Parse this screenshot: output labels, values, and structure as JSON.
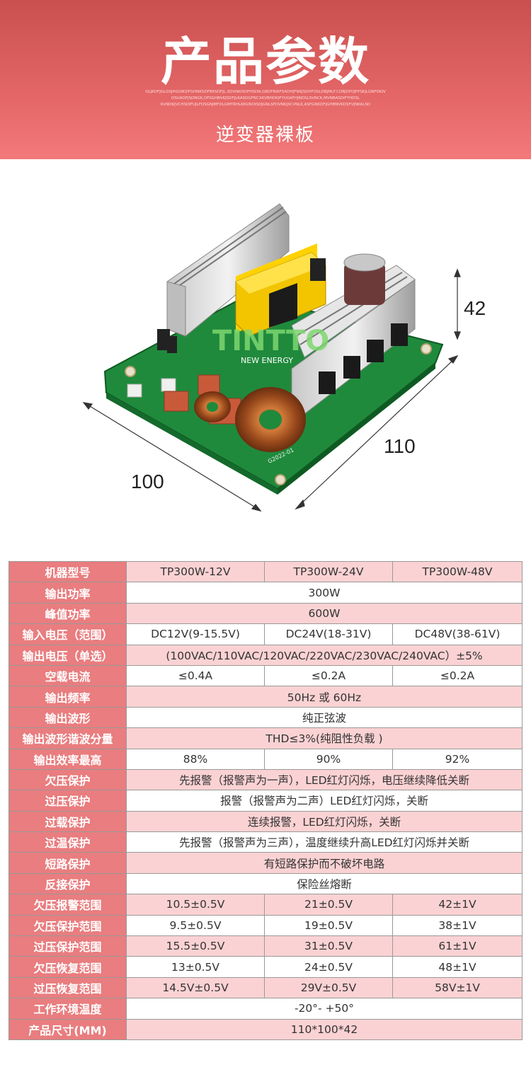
{
  "header": {
    "title": "产品参数",
    "small_lines": [
      "OLJKDFJGLDSJHGOIKDFGHNKSDFBKSDFJL,SDVNKISDFHSDN,GBDFNIKFSADHJFNKJSDHFOSLDBJMLF.CDBJDFOJFPSEJLGNFDKIV",
      "OSUAOFJSDNGK,DFSGHBVKJSDFJLKASDGFNCXKVBHDKIFYUOAFHJNDSLSVNCK,MVNBASDIFYHDSL",
      "KVNDKJVCHSDIFUJLFDSGNJMFDLGMTRHLKRUROISDJGNLSFDVNKJXCVNLK,ASFGNKDFJGHBNVKDSFVJNKALSD"
    ],
    "subtitle": "逆变器裸板"
  },
  "product_image": {
    "brand_logo": "TINTTO",
    "brand_tagline": "NEW ENERGY",
    "pcb_marking": "G2022-01",
    "dim_height": "42",
    "dim_length": "110",
    "dim_width": "100"
  },
  "spec_table": {
    "rows": [
      {
        "label": "机器型号",
        "cells": [
          "TP300W-12V",
          "TP300W-24V",
          "TP300W-48V"
        ]
      },
      {
        "label": "输出功率",
        "cells": [
          "300W"
        ]
      },
      {
        "label": "峰值功率",
        "cells": [
          "600W"
        ]
      },
      {
        "label": "输入电压（范围）",
        "cells": [
          "DC12V(9-15.5V)",
          "DC24V(18-31V)",
          "DC48V(38-61V)"
        ]
      },
      {
        "label": "输出电压（单选）",
        "cells": [
          "(100VAC/110VAC/120VAC/220VAC/230VAC/240VAC）±5%"
        ]
      },
      {
        "label": "空载电流",
        "cells": [
          "≤0.4A",
          "≤0.2A",
          "≤0.2A"
        ]
      },
      {
        "label": "输出频率",
        "cells": [
          "50Hz 或 60Hz"
        ]
      },
      {
        "label": "输出波形",
        "cells": [
          "纯正弦波"
        ]
      },
      {
        "label": "输出波形谐波分量",
        "cells": [
          "THD≤3%(纯阻性负载 )"
        ]
      },
      {
        "label": "输出效率最高",
        "cells": [
          "88%",
          "90%",
          "92%"
        ]
      },
      {
        "label": "欠压保护",
        "cells": [
          "先报警（报警声为一声），LED红灯闪烁，电压继续降低关断"
        ]
      },
      {
        "label": "过压保护",
        "cells": [
          "报警（报警声为二声）LED红灯闪烁，关断"
        ]
      },
      {
        "label": "过载保护",
        "cells": [
          "连续报警，LED红灯闪烁，关断"
        ]
      },
      {
        "label": "过温保护",
        "cells": [
          "先报警（报警声为三声），温度继续升高LED红灯闪烁并关断"
        ]
      },
      {
        "label": "短路保护",
        "cells": [
          "有短路保护而不破坏电路"
        ]
      },
      {
        "label": "反接保护",
        "cells": [
          "保险丝熔断"
        ]
      },
      {
        "label": "欠压报警范围",
        "cells": [
          "10.5±0.5V",
          "21±0.5V",
          "42±1V"
        ]
      },
      {
        "label": "欠压保护范围",
        "cells": [
          "9.5±0.5V",
          "19±0.5V",
          "38±1V"
        ]
      },
      {
        "label": "过压保护范围",
        "cells": [
          "15.5±0.5V",
          "31±0.5V",
          "61±1V"
        ]
      },
      {
        "label": "欠压恢复范围",
        "cells": [
          "13±0.5V",
          "24±0.5V",
          "48±1V"
        ]
      },
      {
        "label": "过压恢复范围",
        "cells": [
          "14.5V±0.5V",
          "29V±0.5V",
          "58V±1V"
        ]
      },
      {
        "label": "工作环境温度",
        "cells": [
          "-20°- +50°"
        ]
      },
      {
        "label": "产品尺寸(MM)",
        "cells": [
          "110*100*42"
        ]
      }
    ]
  },
  "colors": {
    "header_top": "#c9504f",
    "header_bottom": "#f3797a",
    "label_bg": "#e97d7f",
    "row_pink": "#fbd2d3",
    "pcb_green": "#1f8a3c"
  }
}
